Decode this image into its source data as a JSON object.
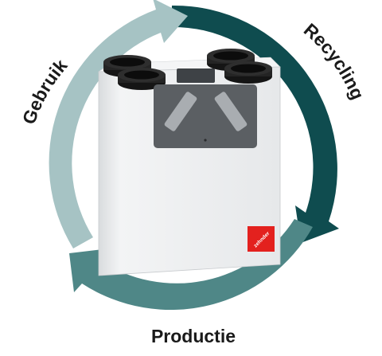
{
  "diagram": {
    "stages": [
      {
        "id": "recycling",
        "label": "Recycling",
        "color": "#0f4c4f"
      },
      {
        "id": "productie",
        "label": "Productie",
        "color": "#4f8787"
      },
      {
        "id": "gebruik",
        "label": "Gebruik",
        "color": "#a6c3c4"
      }
    ],
    "product": {
      "brand": "zehnder",
      "body_color": "#eceeef",
      "panel_color": "#5b5f63",
      "brand_color": "#e3211e"
    }
  }
}
